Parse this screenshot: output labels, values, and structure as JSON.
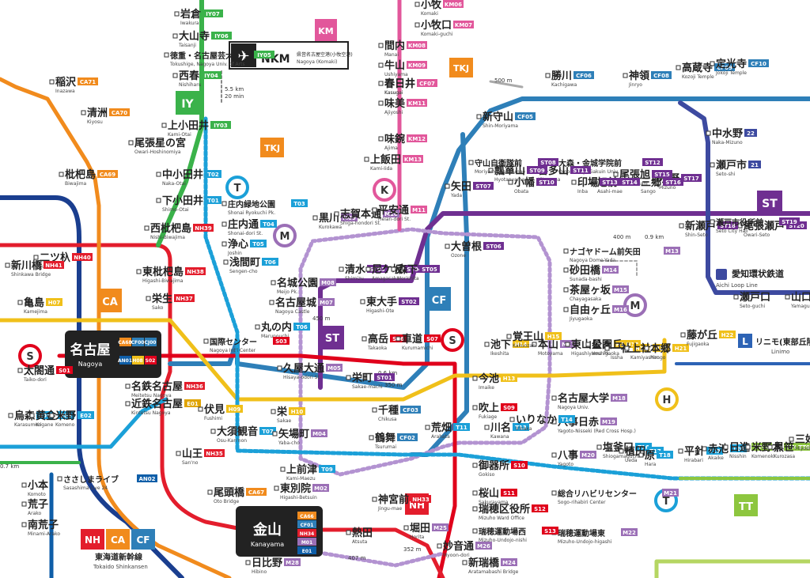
{
  "colors": {
    "meitetsu_nagoya": "#e31d2c",
    "meitetsu_inuyama": "#f18b1d",
    "chuo": "#2e7fb8",
    "sakura_dori": "#e0001b",
    "meijo": "#9b6fb6",
    "higashiyama": "#f0c01a",
    "tsurumai": "#1ba0d8",
    "tokaido": "#1a3e8f",
    "kamiiida": "#e2579b",
    "tokadai": "#a05e9e",
    "seto": "#d7a900",
    "aichi_loop": "#3d4aa0",
    "linimo": "#2d63b5",
    "komaki": "#3ab24a",
    "aonami": "#0e5ea8",
    "meitetsu_seto": "#6f2f91",
    "kintetsu": "#e0a400",
    "jr_tokaido": "#f5a623",
    "sasashima": "#22a9a0",
    "tsushima": "#1f9e57"
  },
  "line_badges": [
    {
      "code": "IY",
      "color": "#3ab24a"
    },
    {
      "code": "KM",
      "color": "#e2579b"
    },
    {
      "code": "TKJ",
      "color": "#f18b1d"
    },
    {
      "code": "K",
      "color": "#e2579b"
    },
    {
      "code": "T",
      "color": "#1ba0d8"
    },
    {
      "code": "M",
      "color": "#9b6fb6"
    },
    {
      "code": "S",
      "color": "#e0001b"
    },
    {
      "code": "ST",
      "color": "#6f2f91"
    },
    {
      "code": "CA",
      "color": "#f18b1d"
    },
    {
      "code": "CF",
      "color": "#2e7fb8"
    },
    {
      "code": "NH",
      "color": "#e31d2c"
    },
    {
      "code": "H",
      "color": "#f0c01a"
    },
    {
      "code": "TT",
      "color": "#8dc63f"
    },
    {
      "code": "L",
      "color": "#2d63b5"
    }
  ],
  "airport": {
    "code": "NKM",
    "name": "県営名古屋空港(小牧空港)",
    "name_en": "Nagoya (Komaki)"
  },
  "walk_note": {
    "distance": "5.5 km",
    "time": "20 min"
  },
  "hub_nagoya": {
    "name": "名古屋",
    "name_en": "Nagoya",
    "codes": [
      "CA68",
      "CF00",
      "CJ00",
      "AN01",
      "H08",
      "S02"
    ]
  },
  "hub_kanayama": {
    "name": "金山",
    "name_en": "Kanayama",
    "codes": [
      "CA66",
      "CF01",
      "NH34",
      "M01",
      "E01"
    ]
  },
  "stations": [
    {
      "name": "岩倉",
      "en": "Iwakura",
      "code": "IY07"
    },
    {
      "name": "大山寺",
      "en": "Taisanji",
      "code": "IY06"
    },
    {
      "name": "徳重・名古屋芸大",
      "en": "Tokushige, Nagoya Univ. of Arts",
      "code": "IY05"
    },
    {
      "name": "西春",
      "en": "Nishiharu",
      "code": "IY04"
    },
    {
      "name": "上小田井",
      "en": "Kami-Otai",
      "code": "IY03"
    },
    {
      "name": "中小田井",
      "en": "Naka-Otai",
      "code": "T02"
    },
    {
      "name": "下小田井",
      "en": "Shimo-Otai",
      "code": "T01"
    },
    {
      "name": "稲沢",
      "en": "Inazawa",
      "code": "CA71"
    },
    {
      "name": "清洲",
      "en": "Kiyosu",
      "code": "CA70"
    },
    {
      "name": "尾張星の宮",
      "en": "Owari-Hoshinomiya",
      "code": ""
    },
    {
      "name": "枇杷島",
      "en": "Biwajima",
      "code": "CA69"
    },
    {
      "name": "西枇杷島",
      "en": "Nishi-Biwajima",
      "code": "NH39"
    },
    {
      "name": "東枇杷島",
      "en": "Higashi-Biwajima",
      "code": "NH38"
    },
    {
      "name": "栄生",
      "en": "Sako",
      "code": "NH37"
    },
    {
      "name": "二ツ杁",
      "en": "Futatsuiri",
      "code": "NH40"
    },
    {
      "name": "新川橋",
      "en": "Shinkawa Bridge",
      "code": "NH41"
    },
    {
      "name": "亀島",
      "en": "Kamejima",
      "code": "H07"
    },
    {
      "name": "太閤通",
      "en": "Taiko-dori",
      "code": "S01"
    },
    {
      "name": "名鉄名古屋",
      "en": "Meitetsu Nagoya",
      "code": "NH36"
    },
    {
      "name": "近鉄名古屋",
      "en": "Kintetsu Nagoya",
      "code": "E01"
    },
    {
      "name": "伏見",
      "en": "Fushimi",
      "code": "H09"
    },
    {
      "name": "大須観音",
      "en": "Osu-Kan'non",
      "code": "T07"
    },
    {
      "name": "山王",
      "en": "San'no",
      "code": "NH35"
    },
    {
      "name": "尾頭橋",
      "en": "Oto Bridge",
      "code": "CA67"
    },
    {
      "name": "庄内緑地公園",
      "en": "Shonai Ryokuchi Pk.",
      "code": "T03"
    },
    {
      "name": "庄内通",
      "en": "Shonai-dori St.",
      "code": "T04"
    },
    {
      "name": "浄心",
      "en": "Joshin",
      "code": "T05"
    },
    {
      "name": "浅間町",
      "en": "Sengen-cho",
      "code": "T06"
    },
    {
      "name": "丸の内",
      "en": "Marunouchi",
      "code": "T06"
    },
    {
      "name": "国際センター",
      "en": "Nagoya Int'l Center",
      "code": "S03"
    },
    {
      "name": "名城公園",
      "en": "Meijo Pk.",
      "code": "M08"
    },
    {
      "name": "名古屋城",
      "en": "Nagoya Castle",
      "code": "M07"
    },
    {
      "name": "久屋大通",
      "en": "Hisaya-odori St.",
      "code": "M05"
    },
    {
      "name": "栄",
      "en": "Sakae",
      "code": "H10"
    },
    {
      "name": "矢場町",
      "en": "Yaba-cho",
      "code": "M04"
    },
    {
      "name": "上前津",
      "en": "Kami-Maezu",
      "code": "T09"
    },
    {
      "name": "東別院",
      "en": "Higashi-Betsuin",
      "code": "M02"
    },
    {
      "name": "栄町",
      "en": "Sakae-machi",
      "code": "ST01"
    },
    {
      "name": "東大手",
      "en": "Higashi-Ote",
      "code": "ST02"
    },
    {
      "name": "清水",
      "en": "Shimizu",
      "code": "ST03"
    },
    {
      "name": "尼ケ坂",
      "en": "Amagasaka",
      "code": "ST04"
    },
    {
      "name": "森下",
      "en": "Morishita",
      "code": "ST05"
    },
    {
      "name": "大曽根",
      "en": "Ozone",
      "code": "ST06"
    },
    {
      "name": "黒川",
      "en": "Kurokawa",
      "code": "M09"
    },
    {
      "name": "志賀本通",
      "en": "Shiga-hondori St.",
      "code": "M10"
    },
    {
      "name": "平安通",
      "en": "Heian-dori St.",
      "code": "M11"
    },
    {
      "name": "上飯田",
      "en": "Kami-Iida",
      "code": "KM13"
    },
    {
      "name": "味鋺",
      "en": "Ajima",
      "code": "KM12"
    },
    {
      "name": "味美",
      "en": "Ajiyoshi",
      "code": "KM11"
    },
    {
      "name": "春日井",
      "en": "Kasugai",
      "code": "KM10"
    },
    {
      "name": "牛山",
      "en": "Ushiyama",
      "code": "KM09"
    },
    {
      "name": "間内",
      "en": "Manai",
      "code": "KM08"
    },
    {
      "name": "小牧口",
      "en": "Komaki-guchi",
      "code": "KM07"
    },
    {
      "name": "小牧",
      "en": "Komaki",
      "code": "KM06"
    },
    {
      "name": "勝川",
      "en": "Kachigawa",
      "code": "CF06"
    },
    {
      "name": "春日井",
      "en": "Kasugai",
      "code": "CF07"
    },
    {
      "name": "神領",
      "en": "Jinryo",
      "code": "CF08"
    },
    {
      "name": "高蔵寺",
      "en": "Kozoji Temple",
      "code": "CF09"
    },
    {
      "name": "定光寺",
      "en": "Jokoji Temple",
      "code": "CF10"
    },
    {
      "name": "新守山",
      "en": "Shin-Moriyama",
      "code": "CF05"
    },
    {
      "name": "中水野",
      "en": "Naka-Mizuno",
      "code": "22"
    },
    {
      "name": "瀬戸市",
      "en": "Seto-shi",
      "code": "21"
    },
    {
      "name": "尾張瀬戸",
      "en": "Owari-Seto",
      "code": "ST20"
    },
    {
      "name": "新瀬戸",
      "en": "Shin-Seto",
      "code": "ST18"
    },
    {
      "name": "瀬戸市役所前",
      "en": "Seto City Hall",
      "code": "ST19"
    },
    {
      "name": "水野",
      "en": "Mizuno",
      "code": "ST17"
    },
    {
      "name": "三郷",
      "en": "Sango",
      "code": "ST16"
    },
    {
      "name": "尾張旭",
      "en": "Owari-Asahi",
      "code": "ST15"
    },
    {
      "name": "旭前",
      "en": "Asahi-mae",
      "code": "ST14"
    },
    {
      "name": "印場",
      "en": "Inba",
      "code": "ST13"
    },
    {
      "name": "大森・金城学院前",
      "en": "Omori, Kinjo Gakuin Univ.",
      "code": "ST12"
    },
    {
      "name": "喜多山",
      "en": "Kitayama",
      "code": "ST11"
    },
    {
      "name": "小幡",
      "en": "Obata",
      "code": "ST10"
    },
    {
      "name": "瓢箪山",
      "en": "Hyotanyama",
      "code": "ST09"
    },
    {
      "name": "守山自衛隊前",
      "en": "Moriyama-Jieitai-mae",
      "code": "ST08"
    },
    {
      "name": "矢田",
      "en": "Yada",
      "code": "ST07"
    },
    {
      "name": "ナゴヤドーム前矢田",
      "en": "Nagoya Dome-Yada",
      "code": "M13"
    },
    {
      "name": "砂田橋",
      "en": "Sunada-bashi",
      "code": "M14"
    },
    {
      "name": "茶屋ヶ坂",
      "en": "Chayagasaka",
      "code": "M15"
    },
    {
      "name": "自由ヶ丘",
      "en": "Jiyugaoka",
      "code": "M16"
    },
    {
      "name": "本山",
      "en": "Motoyama",
      "code": "M17"
    },
    {
      "name": "名古屋大学",
      "en": "Nagoya Univ.",
      "code": "M18"
    },
    {
      "name": "八事日赤",
      "en": "Yagoto-Nisseki (Red Cross Hosp.)",
      "code": "M19"
    },
    {
      "name": "八事",
      "en": "Yagoto",
      "code": "M20"
    },
    {
      "name": "総合リハビリセンター",
      "en": "Sogo-rihabiri Center",
      "code": "M21"
    },
    {
      "name": "瑞穂運動場東",
      "en": "Mizuho-Undojo-higashi",
      "code": "M22"
    },
    {
      "name": "新瑞橋",
      "en": "Aratamabashi Bridge",
      "code": "M24"
    },
    {
      "name": "高岳",
      "en": "Takaoka",
      "code": "S06"
    },
    {
      "name": "車道",
      "en": "Kurumamichi",
      "code": "S07"
    },
    {
      "name": "今池",
      "en": "Imaike",
      "code": "H13"
    },
    {
      "name": "吹上",
      "en": "Fukiage",
      "code": "S09"
    },
    {
      "name": "御器所",
      "en": "Gokiso",
      "code": "S10"
    },
    {
      "name": "桜山",
      "en": "Sakurayama",
      "code": "S11"
    },
    {
      "name": "瑞穂区役所",
      "en": "Mizuho Ward Office",
      "code": "S12"
    },
    {
      "name": "瑞穂運動場西",
      "en": "Mizuho-Undojo-nishi",
      "code": "S13"
    },
    {
      "name": "池下",
      "en": "Ikeshita",
      "code": "H14"
    },
    {
      "name": "覚王山",
      "en": "Kakuozan",
      "code": "H15"
    },
    {
      "name": "東山公園",
      "en": "Higashiyama Pk.",
      "code": "H17"
    },
    {
      "name": "星ヶ丘",
      "en": "Hoshigaoka",
      "code": "H18"
    },
    {
      "name": "一社",
      "en": "Issha",
      "code": "H19"
    },
    {
      "name": "上社",
      "en": "Kamiyashiro",
      "code": "H20"
    },
    {
      "name": "本郷",
      "en": "Hongo",
      "code": "H21"
    },
    {
      "name": "藤が丘",
      "en": "Fujigaoka",
      "code": "H22"
    },
    {
      "name": "千種",
      "en": "Chikusa",
      "code": "CF03"
    },
    {
      "name": "鶴舞",
      "en": "Tsurumai",
      "code": "CF02"
    },
    {
      "name": "荒畑",
      "en": "Arahata",
      "code": "T11"
    },
    {
      "name": "川名",
      "en": "Kawana",
      "code": "T13"
    },
    {
      "name": "いりなか",
      "en": "Irinaka",
      "code": "T14"
    },
    {
      "name": "塩釜口",
      "en": "Shiogamaguchi",
      "code": "T16"
    },
    {
      "name": "植田",
      "en": "Ueda",
      "code": "T17"
    },
    {
      "name": "原",
      "en": "Hara",
      "code": "T18"
    },
    {
      "name": "平針",
      "en": "Hirabari",
      "code": "T19"
    },
    {
      "name": "赤池",
      "en": "Akaike",
      "code": "T20"
    },
    {
      "name": "日進",
      "en": "Nisshin",
      "code": "TT06"
    },
    {
      "name": "米野木",
      "en": "Komenoki",
      "code": "TT05"
    },
    {
      "name": "黒笹",
      "en": "Kurozasa",
      "code": "TT04"
    },
    {
      "name": "三好ケ丘",
      "en": "Miyoshigaoka",
      "code": "TT03"
    },
    {
      "name": "神宮前",
      "en": "Jingu-mae",
      "code": "NH33"
    },
    {
      "name": "堀田",
      "en": "Horita",
      "code": "M25"
    },
    {
      "name": "熱田",
      "en": "Atsuta",
      "code": ""
    },
    {
      "name": "妙音通",
      "en": "Myoon-dori",
      "code": "M26"
    },
    {
      "name": "日比野",
      "en": "Hibino",
      "code": "M28"
    },
    {
      "name": "ささしまライブ",
      "en": "Sasashima Live 24",
      "code": "AN02"
    },
    {
      "name": "小本",
      "en": "Komoto",
      "code": ""
    },
    {
      "name": "荒子",
      "en": "Arako",
      "code": ""
    },
    {
      "name": "南荒子",
      "en": "Minami-Arako",
      "code": ""
    },
    {
      "name": "烏森",
      "en": "Karasumori",
      "code": "E04"
    },
    {
      "name": "黄金",
      "en": "Kogane",
      "code": "E03"
    },
    {
      "name": "米野",
      "en": "Komeno",
      "code": "E02"
    },
    {
      "name": "瀬戸口",
      "en": "Seto-guchi",
      "code": ""
    },
    {
      "name": "山口",
      "en": "Yamaguchi",
      "code": ""
    }
  ],
  "labels": {
    "shinkansen": "東海道新幹線",
    "shinkansen_en": "Tokaido Shinkansen",
    "aichi_loop": "愛知環状鉄道",
    "aichi_loop_en": "Aichi Loop Line",
    "linimo": "リニモ(東部丘陵線)",
    "linimo_en": "Linimo",
    "dist_500": "500 m",
    "dist_400": "400 m",
    "dist_09": "0.9 km",
    "dist_06": "0.6 km",
    "dist_350": "350 m",
    "dist_450": "450 m",
    "dist_352": "352 m",
    "dist_07": "0.7 km",
    "dist_407": "407 m"
  }
}
